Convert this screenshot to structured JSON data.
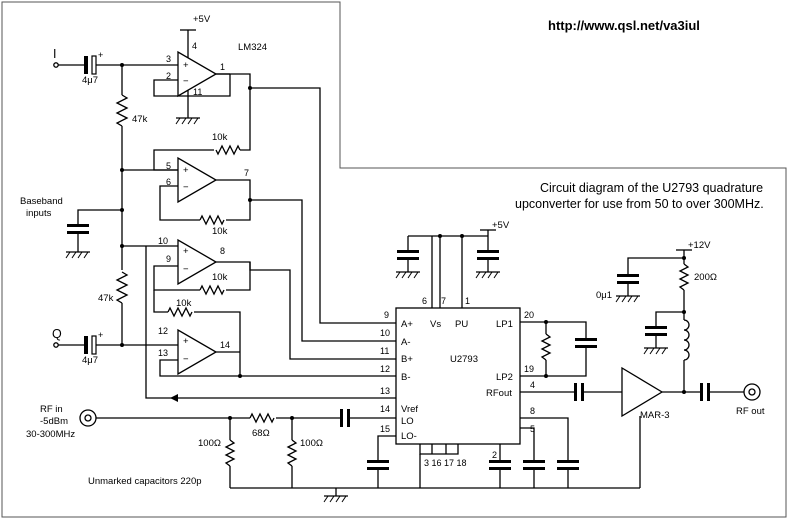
{
  "url": "http://www.qsl.net/va3iul",
  "caption": {
    "line1": "Circuit diagram of the U2793 quadrature",
    "line2": "upconverter for use from 50 to over 300MHz."
  },
  "note": "Unmarked capacitors 220p",
  "labels": {
    "input_i": "I",
    "input_q": "Q",
    "baseband_1": "Baseband",
    "baseband_2": "inputs",
    "rf_in_1": "RF in",
    "rf_in_2": "-5dBm",
    "rf_in_3": "30-300MHz",
    "rf_out": "RF out",
    "opamp": "LM324",
    "mixer": "U2793",
    "amp": "MAR-3",
    "supply_5v_top": "+5V",
    "supply_5v_mid": "+5V",
    "supply_12v": "+12V"
  },
  "values": {
    "c_in_i": "4μ7",
    "c_in_q": "4μ7",
    "r47k_1": "47k",
    "r47k_2": "47k",
    "r10k_1": "10k",
    "r10k_2": "10k",
    "r10k_3": "10k",
    "r10k_4": "10k",
    "r68": "68Ω",
    "r100_1": "100Ω",
    "r100_2": "100Ω",
    "r200": "200Ω",
    "c01u": "0μ1"
  },
  "u2793_pins": {
    "aplus": "A+",
    "aminus": "A-",
    "bplus": "B+",
    "bminus": "B-",
    "vref": "Vref",
    "lo": "LO",
    "lominus": "LO-",
    "vs": "Vs",
    "pu": "PU",
    "lp1": "LP1",
    "lp2": "LP2",
    "rfout": "RFout"
  },
  "pin_numbers": {
    "p9": "9",
    "p10": "10",
    "p11": "11",
    "p12": "12",
    "p13": "13",
    "p14": "14",
    "p15": "15",
    "p6": "6",
    "p7": "7",
    "p1": "1",
    "p20": "20",
    "p19": "19",
    "p4": "4",
    "p8": "8",
    "p5": "5",
    "p2": "2",
    "gnd_pins": "3 16 17 18"
  },
  "opamp_pins": {
    "a_in_plus": "3",
    "a_in_minus": "2",
    "a_out": "1",
    "a_vcc": "4",
    "a_gnd": "11",
    "b_in_plus": "5",
    "b_in_minus": "6",
    "b_out": "7",
    "c_in_plus": "10",
    "c_in_minus": "9",
    "c_out": "8",
    "d_in_plus": "12",
    "d_in_minus": "13",
    "d_out": "14"
  }
}
